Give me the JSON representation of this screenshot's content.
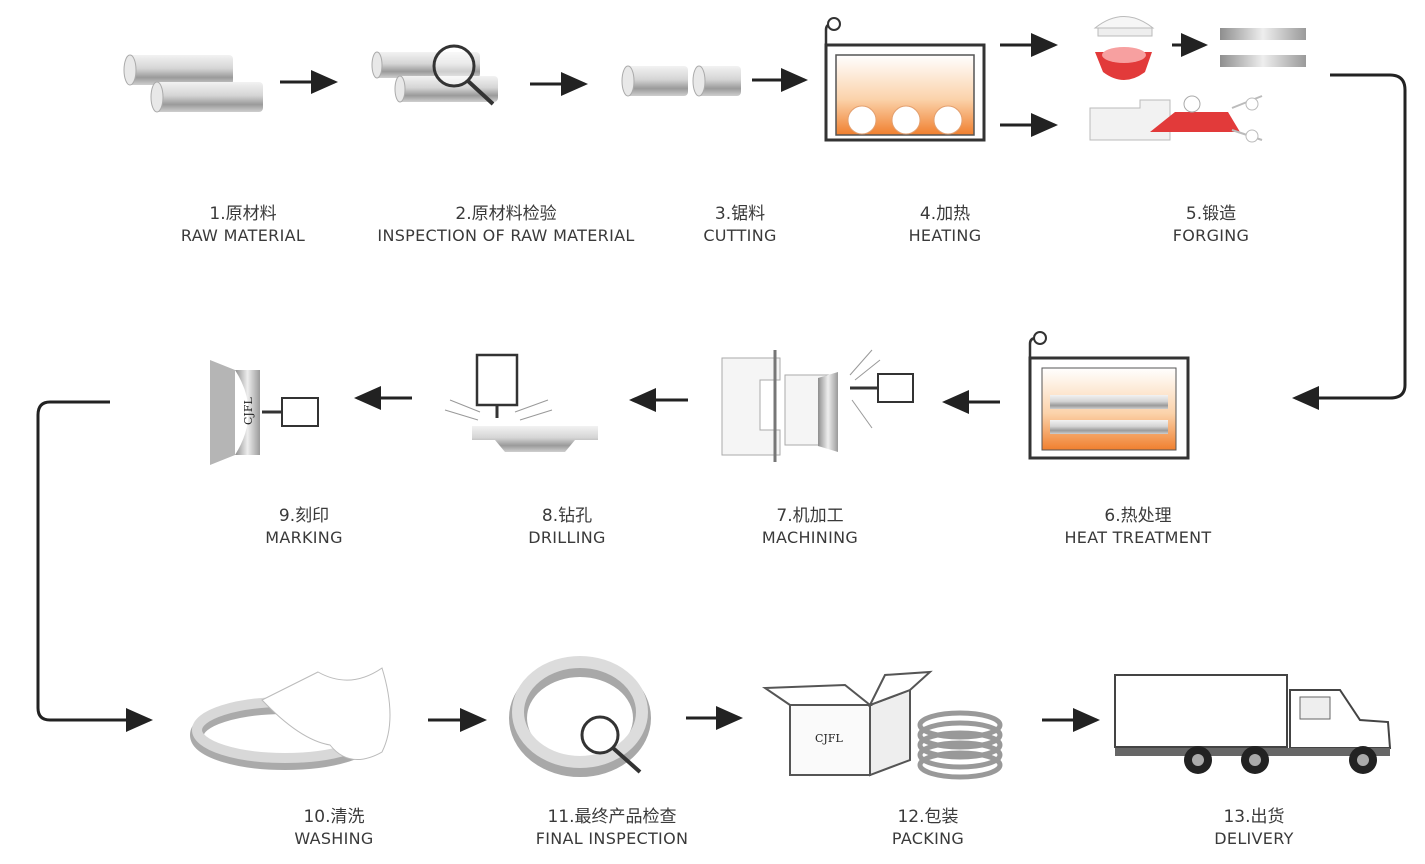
{
  "steps": [
    {
      "zh": "1.原材料",
      "en": "RAW MATERIAL"
    },
    {
      "zh": "2.原材料检验",
      "en": "INSPECTION OF RAW MATERIAL"
    },
    {
      "zh": "3.锯料",
      "en": "CUTTING"
    },
    {
      "zh": "4.加热",
      "en": "HEATING"
    },
    {
      "zh": "5.锻造",
      "en": "FORGING"
    },
    {
      "zh": "6.热处理",
      "en": "HEAT TREATMENT"
    },
    {
      "zh": "7.机加工",
      "en": "MACHINING"
    },
    {
      "zh": "8.钻孔",
      "en": "DRILLING"
    },
    {
      "zh": "9.刻印",
      "en": "MARKING"
    },
    {
      "zh": "10.清洗",
      "en": "WASHING"
    },
    {
      "zh": "11.最终产品检查",
      "en": "FINAL INSPECTION"
    },
    {
      "zh": "12.包装",
      "en": "PACKING"
    },
    {
      "zh": "13.出货",
      "en": "DELIVERY"
    }
  ],
  "stamp_text": "CJFL",
  "colors": {
    "accent": "#e23a3a",
    "heat": "#f08a3c",
    "metal": "#c8c8c8",
    "line": "#222222"
  },
  "icons": [
    "bars-icon",
    "magnifier-icon",
    "cut-bars-icon",
    "furnace-icon",
    "forging-icon",
    "heat-treatment-icon",
    "lathe-icon",
    "drill-icon",
    "marking-icon",
    "washing-icon",
    "inspection-icon",
    "packing-icon",
    "truck-icon"
  ]
}
